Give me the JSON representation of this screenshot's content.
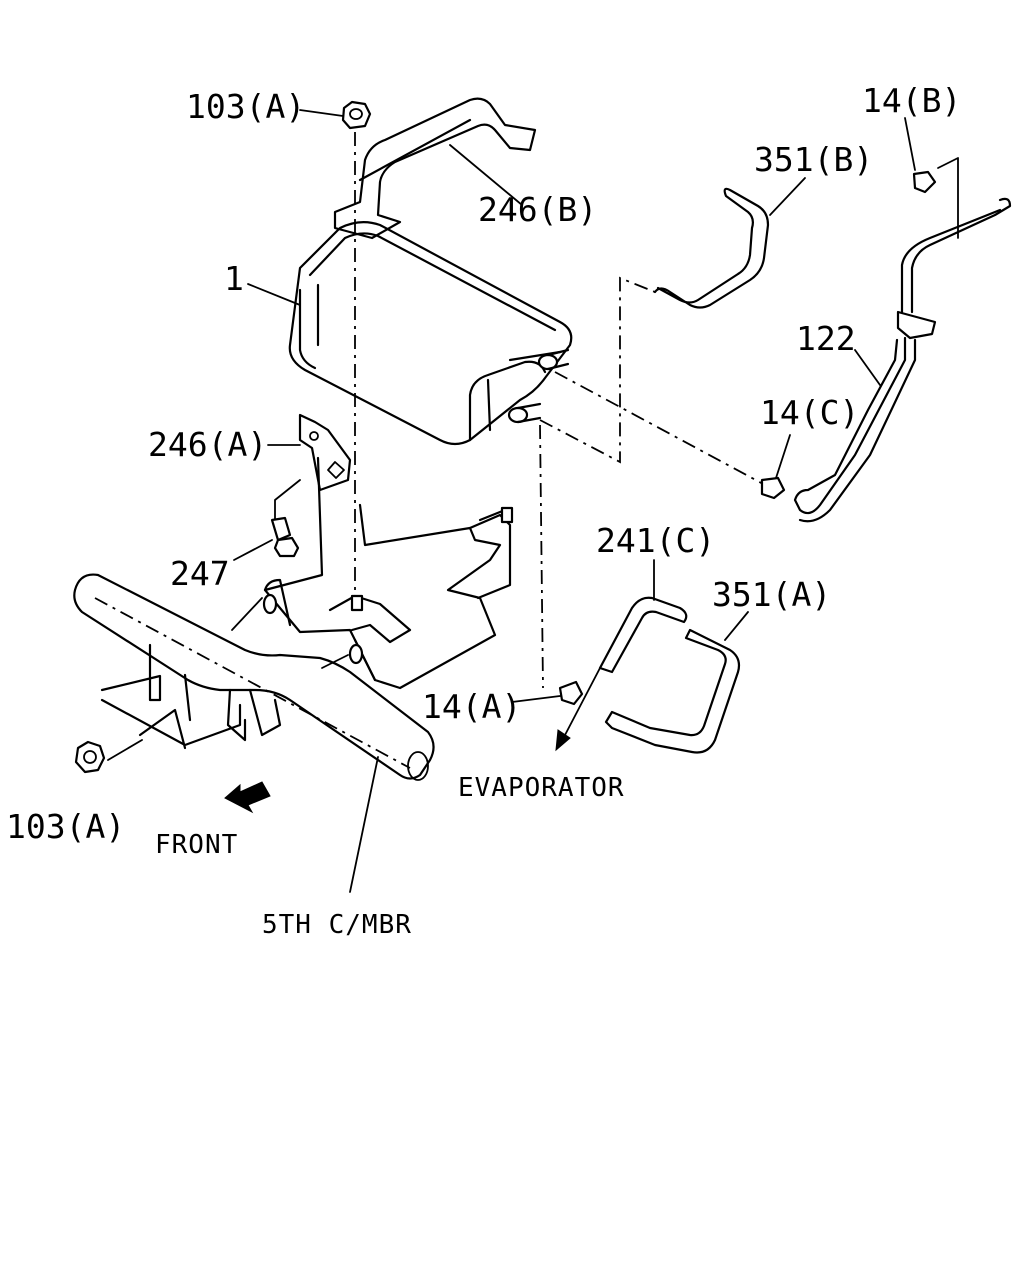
{
  "labels": {
    "nut_103a_top": "103(A)",
    "bracket_246b": "246(B)",
    "canister_1": "1",
    "clamp_14b": "14(B)",
    "hose_351b": "351(B)",
    "pipe_122": "122",
    "clamp_14c": "14(C)",
    "bracket_246a": "246(A)",
    "bolt_247": "247",
    "hose_241c": "241(C)",
    "hose_351a": "351(A)",
    "clamp_14a": "14(A)",
    "to_evaporator": "EVAPORATOR",
    "nut_103a_bottom": "103(A)",
    "front": "FRONT",
    "crossmember": "5TH C/MBR"
  }
}
